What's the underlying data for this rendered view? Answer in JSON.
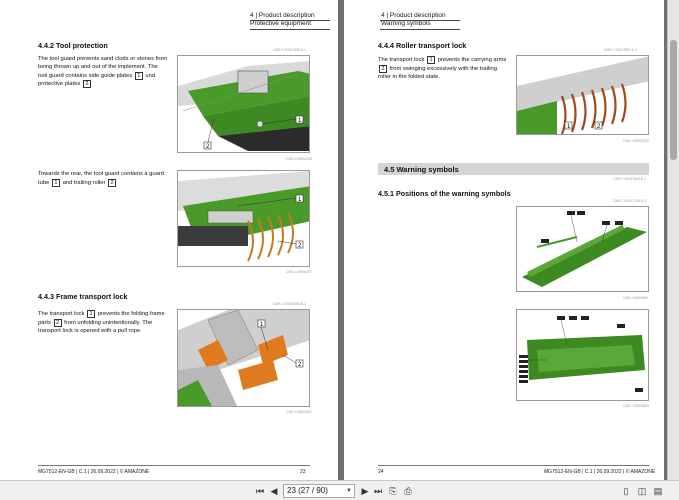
{
  "left_page": {
    "header": {
      "line1": "4 | Product description",
      "line2": "Protective equipment"
    },
    "sec_442": {
      "title": "4.4.2  Tool protection",
      "code": "CMS-T-00007896-B.1"
    },
    "para_442a": {
      "text_before": "The tool guard prevents sand clods or stones from being thrown up and out of the implement. The tool guard contains side guide plates ",
      "ref1": "1",
      "text_mid": " und protective plates ",
      "ref2": "2"
    },
    "img1_code": "CMS-I-00004298",
    "para_442b": {
      "text_before": "Towards the rear, the tool guard contains a guard tube ",
      "ref1": "1",
      "text_mid": " and trailing roller ",
      "ref2": "2"
    },
    "img2_code": "CMS-I-00004297",
    "sec_443": {
      "title": "4.4.3  Frame transport lock",
      "code": "CMS-T-00007893-B.1"
    },
    "para_443": {
      "text_before": "The transport lock ",
      "ref1": "1",
      "text_mid": " prevents the folding frame parts ",
      "ref2": "2",
      "text_after": " from unfolding unintentionally. The transport lock is opened with a pull rope."
    },
    "img3_code": "CMS-I-00004321",
    "footer": {
      "doc": "MG7512-EN-GB | C.1 | 26.09.2022 | © AMAZONE",
      "page": "23"
    }
  },
  "right_page": {
    "header": {
      "line1": "4 | Product description",
      "line2": "Warning symbols"
    },
    "sec_444": {
      "title": "4.4.4  Roller transport lock",
      "code": "CMS-T-00007897-C.1"
    },
    "para_444": {
      "text_before": "The transport lock ",
      "ref1": "1",
      "text_mid": " prevents the carrying arms ",
      "ref2": "2",
      "text_after": " from swinging excessively with the trailing roller in the folded state."
    },
    "img4_code": "CMS-I-00004323",
    "sec_45": {
      "title": "4.5  Warning symbols",
      "code": "CMS-T-00007809-E.1"
    },
    "sec_451": {
      "title": "4.5.1  Positions of the warning symbols",
      "code": "CMS-T-00007784-E.3"
    },
    "img5_code": "CMS-I-00004861",
    "img6_code": "CMS-I-00004863",
    "footer": {
      "page": "24",
      "doc": "MG7512-EN-GB | C.1 | 26.09.2022 | © AMAZONE"
    }
  },
  "toolbar": {
    "page_value": "23 (27 / 90)",
    "icons": [
      "first-page-icon",
      "prev-page-icon",
      "next-page-icon",
      "last-page-icon",
      "back-icon",
      "forward-icon",
      "single-page-icon",
      "facing-pages-icon",
      "continuous-icon"
    ]
  },
  "colors": {
    "green": "#4a9a2a",
    "orange": "#e07a1f",
    "dark": "#2b2b2b"
  }
}
